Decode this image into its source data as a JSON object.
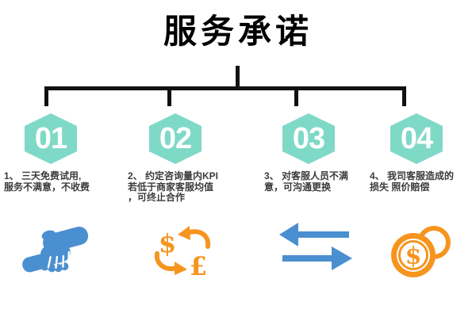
{
  "title": "服务承诺",
  "colors": {
    "hexagon_teal": "#7fd9c7",
    "icon_blue": "#4a8fd0",
    "icon_orange": "#f7941e",
    "note_text": "#3b3b3b",
    "connector": "#111111",
    "number_text": "#ffffff"
  },
  "items": [
    {
      "number": "01",
      "lines": [
        "1、 三天免费试用,",
        "服务不满意，不收费"
      ],
      "icon": "handshake"
    },
    {
      "number": "02",
      "lines": [
        "2、 约定咨询量内KPI",
        "若低于商家客服均值",
        "，可终止合作"
      ],
      "icon": "currency-exchange",
      "symbols": {
        "left": "$",
        "right": "£"
      }
    },
    {
      "number": "03",
      "lines": [
        "3、 对客服人员不满",
        "意，可沟通更换"
      ],
      "icon": "transfer-arrows"
    },
    {
      "number": "04",
      "lines": [
        "4、 我司客服造成的",
        "损失 照价赔偿"
      ],
      "icon": "coins",
      "symbols": {
        "coin": "$"
      }
    }
  ]
}
